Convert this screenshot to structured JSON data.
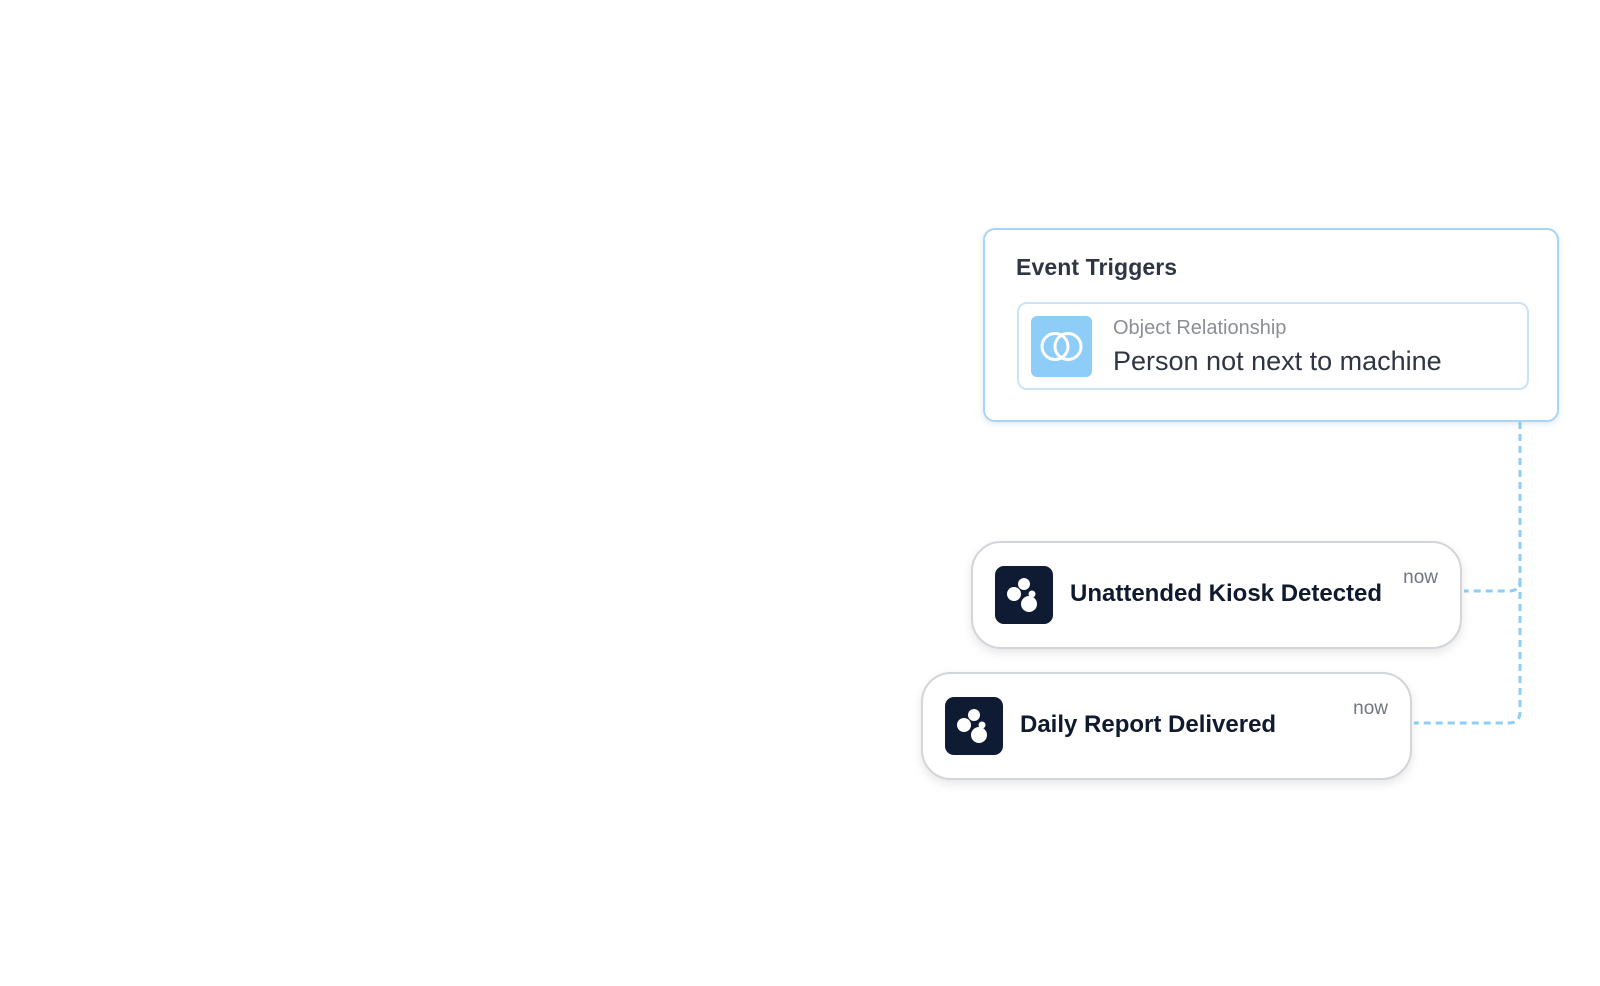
{
  "event_triggers": {
    "title": "Event Triggers",
    "items": [
      {
        "icon": "interlocking-rings-icon",
        "type": "Object Relationship",
        "description": "Person not next to machine"
      }
    ]
  },
  "notifications": [
    {
      "icon": "app-logo-icon",
      "title": "Unattended Kiosk Detected",
      "time": "now"
    },
    {
      "icon": "app-logo-icon",
      "title": "Daily Report Delivered",
      "time": "now"
    }
  ],
  "colors": {
    "trigger_border": "#a9d5f5",
    "trigger_icon_bg": "#8ecdf7",
    "connector": "#8ecdf7",
    "app_icon_bg": "#0f1b33",
    "title_text": "#101a2e"
  }
}
